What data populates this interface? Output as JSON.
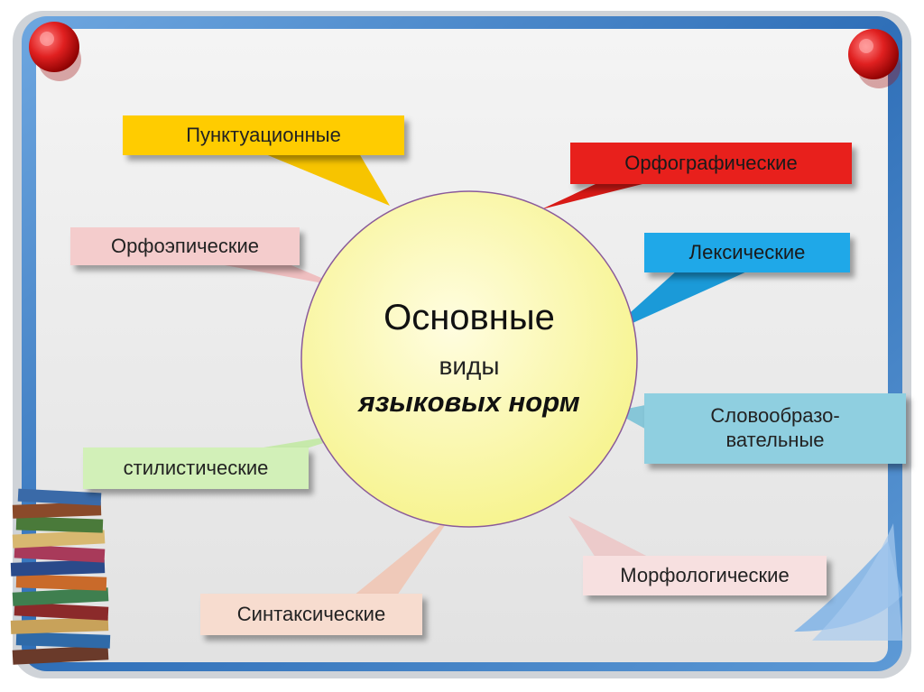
{
  "center": {
    "title": "Основные",
    "line2": "виды",
    "line3": "языковых норм"
  },
  "nodes": [
    {
      "id": "punct",
      "text": "Пунктуационные",
      "color": "#ffcc00"
    },
    {
      "id": "orfo",
      "text": "Орфографические",
      "color": "#e8201c"
    },
    {
      "id": "orfoep",
      "text": "Орфоэпические",
      "color": "#f4cccc"
    },
    {
      "id": "leks",
      "text": "Лексические",
      "color": "#1fa8e8"
    },
    {
      "id": "slovo",
      "text": "Словообразо-\nвательные",
      "color": "#8fcfe0"
    },
    {
      "id": "stil",
      "text": "стилистические",
      "color": "#d2f0b8"
    },
    {
      "id": "morf",
      "text": "Морфологические",
      "color": "#f7e0e0"
    },
    {
      "id": "sint",
      "text": "Синтаксические",
      "color": "#f7dccf"
    }
  ],
  "colors": {
    "board_frame": "#3b7ec9",
    "board_inner": "#ececec",
    "center_circle": "#fbfab0",
    "pin": "#d82020"
  }
}
